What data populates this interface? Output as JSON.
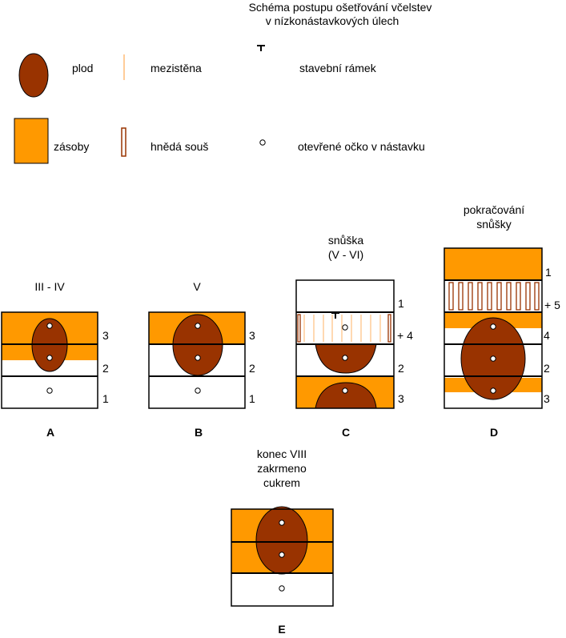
{
  "colors": {
    "brood": "#993300",
    "stores": "#FF9900",
    "foundation": "#FFCC99",
    "outline": "#000000",
    "background": "#FFFFFF"
  },
  "title": {
    "line1": "Schéma postupu ošetřování včelstev",
    "line2": "v nízkonástavkových úlech"
  },
  "legend": {
    "brood": "plod",
    "foundation": "mezistěna",
    "building_frame": "stavební rámek",
    "stores": "zásoby",
    "brown_comb": "hnědá souš",
    "entrance": "otevřené očko v nástavku"
  },
  "stages": {
    "A": {
      "letter": "A",
      "caption": [
        "III - IV"
      ],
      "boxes": [
        "3",
        "2",
        "1"
      ]
    },
    "B": {
      "letter": "B",
      "caption": [
        "V"
      ],
      "boxes": [
        "3",
        "2",
        "1"
      ]
    },
    "C": {
      "letter": "C",
      "caption": [
        "snůška",
        "(V - VI)"
      ],
      "boxes": [
        "1",
        "+ 4",
        "2",
        "3"
      ]
    },
    "D": {
      "letter": "D",
      "caption": [
        "pokračování",
        "snůšky"
      ],
      "boxes": [
        "1",
        "+ 5",
        "4",
        "2",
        "3"
      ]
    },
    "E": {
      "letter": "E",
      "caption": [
        "konec VIII",
        "zakrmeno",
        "cukrem"
      ]
    }
  }
}
